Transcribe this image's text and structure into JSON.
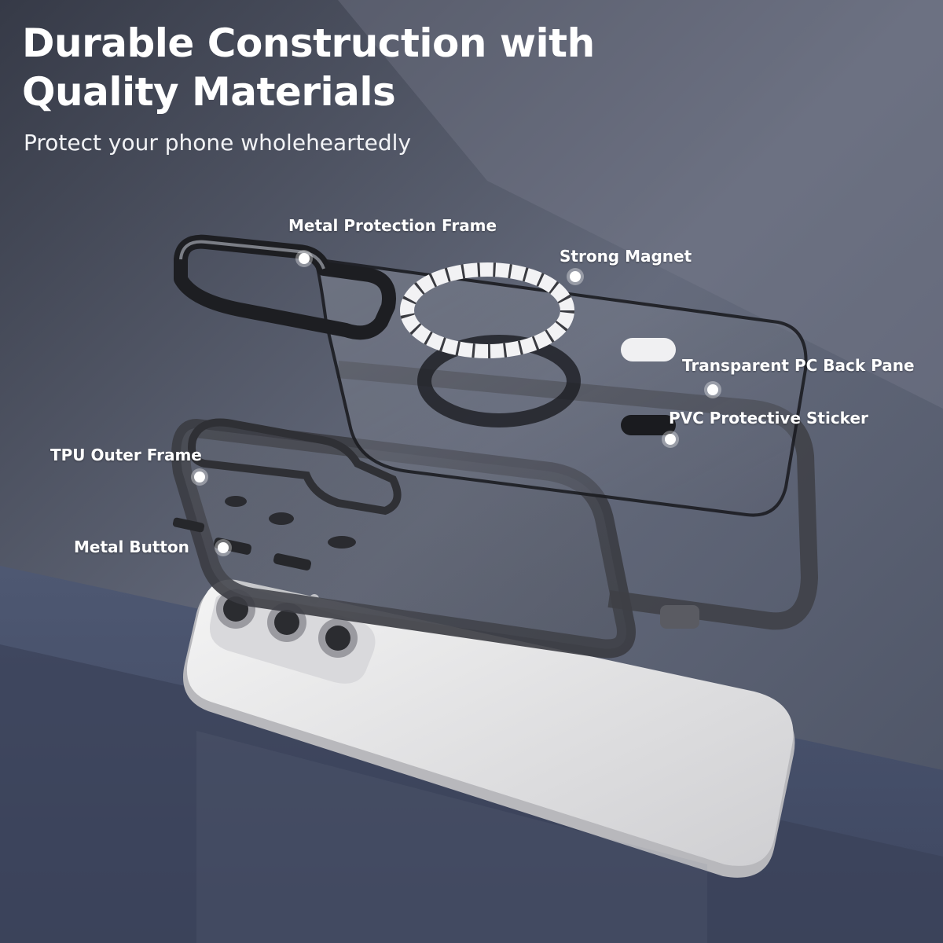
{
  "headline": {
    "line1": "Durable Construction with",
    "line2": "Quality Materials"
  },
  "subheadline": "Protect your phone wholeheartedly",
  "callouts": [
    {
      "label": "Metal Protection Frame"
    },
    {
      "label": "Strong Magnet"
    },
    {
      "label": "Transparent PC Back Pane"
    },
    {
      "label": "PVC Protective Sticker"
    },
    {
      "label": "TPU Outer Frame"
    },
    {
      "label": "Metal Button"
    }
  ],
  "colors": {
    "background_top": "#3b3f4c",
    "background_mid": "#6a6f7f",
    "surface": "#4a5266",
    "text": "#ffffff",
    "phone_body": "#e8e8e8",
    "case_frame": "#3a3b40"
  }
}
